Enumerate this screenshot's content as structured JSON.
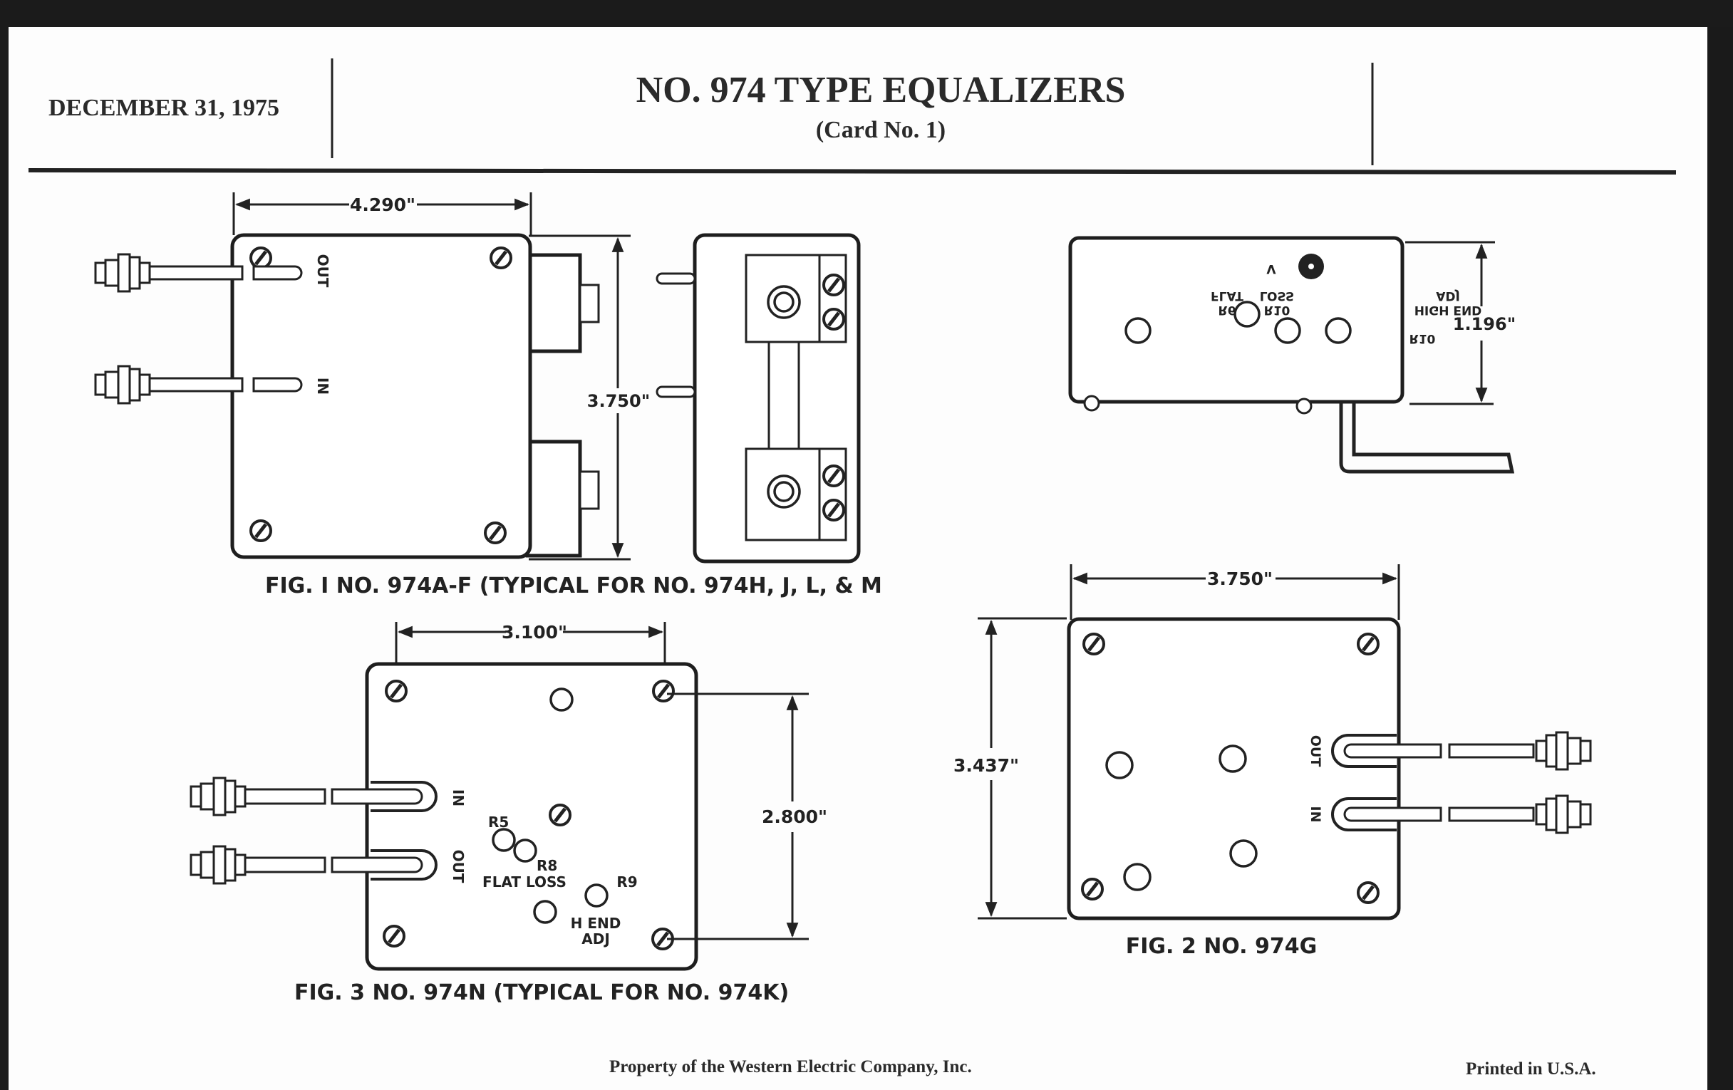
{
  "header": {
    "date": "DECEMBER 31, 1975",
    "title": "NO. 974 TYPE EQUALIZERS",
    "subtitle": "(Card No. 1)"
  },
  "figures": {
    "fig1": {
      "caption": "FIG. I NO. 974A-F (TYPICAL FOR NO. 974H, J, L, & M",
      "width_dim": "4.290\"",
      "height_dim": "3.750\"",
      "labels": {
        "out": "OUT",
        "in": "IN"
      }
    },
    "fig1_side": {
      "height_dim": "1.196\"",
      "labels": {
        "r10_high_end": [
          "R10",
          "HIGH END",
          "ADJ"
        ],
        "r10_loss": [
          "R10",
          "LOSS"
        ],
        "r6_flat": [
          "R6",
          "FLAT"
        ],
        "v": "V"
      }
    },
    "fig2": {
      "caption": "FIG. 2 NO. 974G",
      "width_dim": "3.750\"",
      "height_dim": "3.437\"",
      "labels": {
        "out": "OUT",
        "in": "IN"
      }
    },
    "fig3": {
      "caption": "FIG. 3 NO. 974N (TYPICAL FOR NO. 974K)",
      "width_dim": "3.100\"",
      "height_dim": "2.800\"",
      "labels": {
        "in": "IN",
        "out": "OUT",
        "r5": "R5",
        "r8": "R8",
        "flat_loss": "FLAT LOSS",
        "r9": "R9",
        "h_end": "H END",
        "adj": "ADJ"
      }
    }
  },
  "footer": {
    "property": "Property of the Western Electric Company, Inc.",
    "printed": "Printed in U.S.A."
  }
}
